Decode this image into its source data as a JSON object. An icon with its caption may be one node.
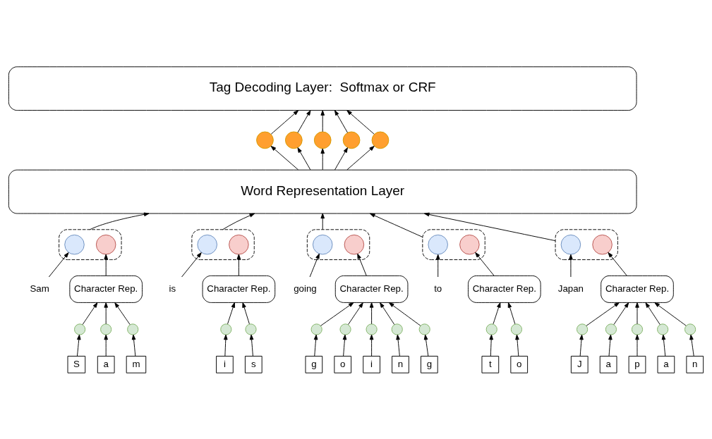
{
  "diagram": {
    "nodes": [
      {
        "text": [
          "Tag Decoding Layer:  Softmax or CRF"
        ]
      },
      {
        "text": [],
        "shape": "circle"
      },
      {
        "text": [],
        "shape": "circle"
      },
      {
        "text": [],
        "shape": "circle"
      },
      {
        "text": [],
        "shape": "circle"
      },
      {
        "text": [],
        "shape": "circle"
      },
      {
        "text": [
          "Word Representation Layer"
        ]
      },
      {
        "text": [],
        "shape": "box"
      },
      {
        "text": [],
        "shape": "circle",
        "in": 7
      },
      {
        "text": [],
        "shape": "circle",
        "in": 7
      },
      {
        "text": [
          "Sam"
        ]
      },
      {
        "text": [
          "Character Rep."
        ]
      },
      {
        "text": [],
        "shape": "circle"
      },
      {
        "text": [],
        "shape": "circle"
      },
      {
        "text": [],
        "shape": "circle"
      },
      {
        "text": [
          "S"
        ]
      },
      {
        "text": [
          "a"
        ]
      },
      {
        "text": [
          "m"
        ]
      },
      {
        "text": [],
        "shape": "box"
      },
      {
        "text": [],
        "shape": "circle",
        "in": 18
      },
      {
        "text": [],
        "shape": "circle",
        "in": 18
      },
      {
        "text": [
          "is"
        ]
      },
      {
        "text": [
          "Character Rep."
        ]
      },
      {
        "text": [],
        "shape": "circle"
      },
      {
        "text": [],
        "shape": "circle"
      },
      {
        "text": [
          "i"
        ]
      },
      {
        "text": [
          "s"
        ]
      },
      {
        "text": [],
        "shape": "box"
      },
      {
        "text": [],
        "shape": "circle",
        "in": 27
      },
      {
        "text": [],
        "shape": "circle",
        "in": 27
      },
      {
        "text": [
          "going"
        ]
      },
      {
        "text": [
          "Character Rep."
        ]
      },
      {
        "text": [],
        "shape": "circle"
      },
      {
        "text": [],
        "shape": "circle"
      },
      {
        "text": [],
        "shape": "circle"
      },
      {
        "text": [],
        "shape": "circle"
      },
      {
        "text": [],
        "shape": "circle"
      },
      {
        "text": [
          "g"
        ]
      },
      {
        "text": [
          "o"
        ]
      },
      {
        "text": [
          "i"
        ]
      },
      {
        "text": [
          "n"
        ]
      },
      {
        "text": [
          "g"
        ]
      },
      {
        "text": [],
        "shape": "box"
      },
      {
        "text": [],
        "shape": "circle",
        "in": 42
      },
      {
        "text": [],
        "shape": "circle",
        "in": 42
      },
      {
        "text": [
          "to"
        ]
      },
      {
        "text": [
          "Character Rep."
        ]
      },
      {
        "text": [],
        "shape": "circle"
      },
      {
        "text": [],
        "shape": "circle"
      },
      {
        "text": [
          "t"
        ]
      },
      {
        "text": [
          "o"
        ]
      },
      {
        "text": [],
        "shape": "box"
      },
      {
        "text": [],
        "shape": "circle",
        "in": 51
      },
      {
        "text": [],
        "shape": "circle",
        "in": 51
      },
      {
        "text": [
          "Japan"
        ]
      },
      {
        "text": [
          "Character Rep."
        ]
      },
      {
        "text": [],
        "shape": "circle"
      },
      {
        "text": [],
        "shape": "circle"
      },
      {
        "text": [],
        "shape": "circle"
      },
      {
        "text": [],
        "shape": "circle"
      },
      {
        "text": [],
        "shape": "circle"
      },
      {
        "text": [
          "J"
        ]
      },
      {
        "text": [
          "a"
        ]
      },
      {
        "text": [
          "p"
        ]
      },
      {
        "text": [
          "a"
        ]
      },
      {
        "text": [
          "n"
        ]
      }
    ],
    "edges": [
      {
        "from": 15,
        "to": 12,
        "arrow": "to"
      },
      {
        "from": 16,
        "to": 13,
        "arrow": "to"
      },
      {
        "from": 17,
        "to": 14,
        "arrow": "to"
      },
      {
        "from": 12,
        "to": 11,
        "arrow": "to"
      },
      {
        "from": 13,
        "to": 11,
        "arrow": "to"
      },
      {
        "from": 14,
        "to": 11,
        "arrow": "to"
      },
      {
        "from": 11,
        "to": 9,
        "arrow": "to"
      },
      {
        "from": 10,
        "to": 8,
        "arrow": "to"
      },
      {
        "from": 7,
        "to": 6,
        "arrow": "to"
      },
      {
        "from": 25,
        "to": 23,
        "arrow": "to"
      },
      {
        "from": 26,
        "to": 24,
        "arrow": "to"
      },
      {
        "from": 23,
        "to": 22,
        "arrow": "to"
      },
      {
        "from": 24,
        "to": 22,
        "arrow": "to"
      },
      {
        "from": 22,
        "to": 20,
        "arrow": "to"
      },
      {
        "from": 21,
        "to": 19,
        "arrow": "to"
      },
      {
        "from": 18,
        "to": 6,
        "arrow": "to"
      },
      {
        "from": 37,
        "to": 32,
        "arrow": "to"
      },
      {
        "from": 38,
        "to": 33,
        "arrow": "to"
      },
      {
        "from": 39,
        "to": 34,
        "arrow": "to"
      },
      {
        "from": 40,
        "to": 35,
        "arrow": "to"
      },
      {
        "from": 41,
        "to": 36,
        "arrow": "to"
      },
      {
        "from": 32,
        "to": 31,
        "arrow": "to"
      },
      {
        "from": 33,
        "to": 31,
        "arrow": "to"
      },
      {
        "from": 34,
        "to": 31,
        "arrow": "to"
      },
      {
        "from": 35,
        "to": 31,
        "arrow": "to"
      },
      {
        "from": 36,
        "to": 31,
        "arrow": "to"
      },
      {
        "from": 31,
        "to": 29,
        "arrow": "to"
      },
      {
        "from": 30,
        "to": 28,
        "arrow": "to"
      },
      {
        "from": 27,
        "to": 6,
        "arrow": "to"
      },
      {
        "from": 49,
        "to": 47,
        "arrow": "to"
      },
      {
        "from": 50,
        "to": 48,
        "arrow": "to"
      },
      {
        "from": 47,
        "to": 46,
        "arrow": "to"
      },
      {
        "from": 48,
        "to": 46,
        "arrow": "to"
      },
      {
        "from": 46,
        "to": 44,
        "arrow": "to"
      },
      {
        "from": 45,
        "to": 43,
        "arrow": "to"
      },
      {
        "from": 42,
        "to": 6,
        "arrow": "to"
      },
      {
        "from": 61,
        "to": 56,
        "arrow": "to"
      },
      {
        "from": 62,
        "to": 57,
        "arrow": "to"
      },
      {
        "from": 63,
        "to": 58,
        "arrow": "to"
      },
      {
        "from": 64,
        "to": 59,
        "arrow": "to"
      },
      {
        "from": 65,
        "to": 60,
        "arrow": "to"
      },
      {
        "from": 56,
        "to": 55,
        "arrow": "to"
      },
      {
        "from": 57,
        "to": 55,
        "arrow": "to"
      },
      {
        "from": 58,
        "to": 55,
        "arrow": "to"
      },
      {
        "from": 59,
        "to": 55,
        "arrow": "to"
      },
      {
        "from": 60,
        "to": 55,
        "arrow": "to"
      },
      {
        "from": 55,
        "to": 53,
        "arrow": "to"
      },
      {
        "from": 54,
        "to": 52,
        "arrow": "to"
      },
      {
        "from": 51,
        "to": 6,
        "arrow": "to"
      },
      {
        "from": 6,
        "to": 1,
        "arrow": "to"
      },
      {
        "from": 6,
        "to": 2,
        "arrow": "to"
      },
      {
        "from": 6,
        "to": 3,
        "arrow": "to"
      },
      {
        "from": 6,
        "to": 4,
        "arrow": "to"
      },
      {
        "from": 6,
        "to": 5,
        "arrow": "to"
      },
      {
        "from": 1,
        "to": 0,
        "arrow": "to"
      },
      {
        "from": 2,
        "to": 0,
        "arrow": "to"
      },
      {
        "from": 3,
        "to": 0,
        "arrow": "to"
      },
      {
        "from": 4,
        "to": 0,
        "arrow": "to"
      },
      {
        "from": 5,
        "to": 0,
        "arrow": "to"
      }
    ]
  }
}
